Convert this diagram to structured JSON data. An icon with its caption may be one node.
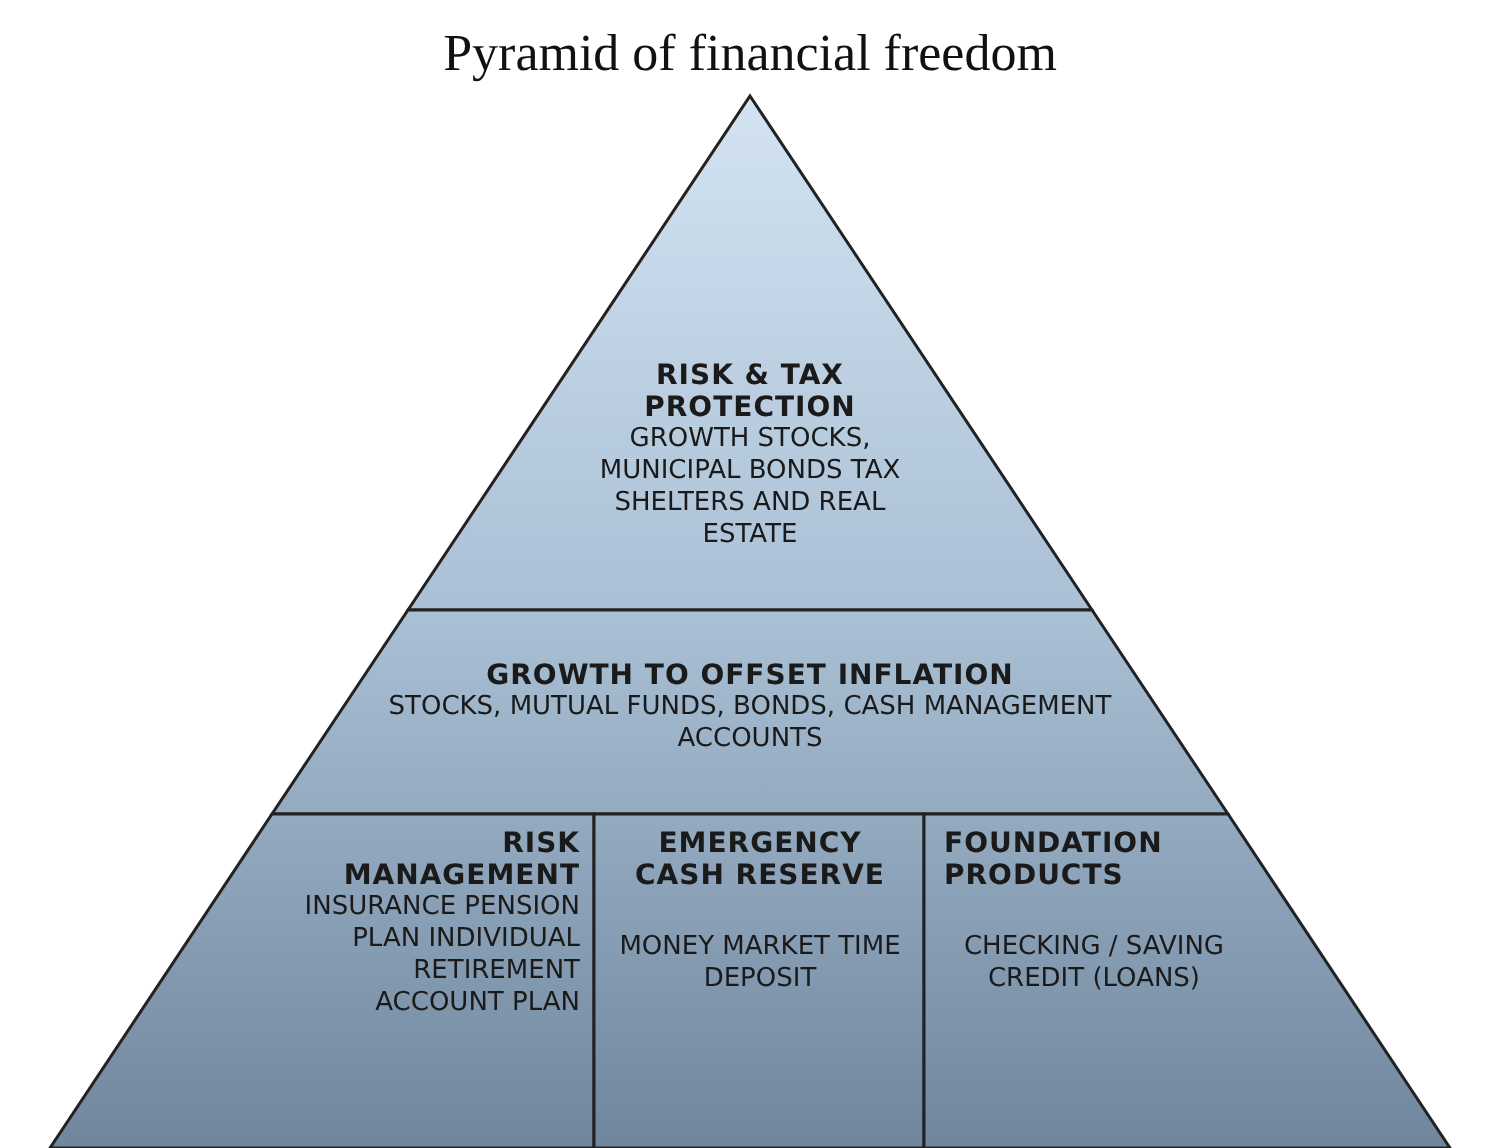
{
  "diagram": {
    "title": "Pyramid of financial freedom",
    "nodes": [
      {
        "text": [
          "RISK & TAX PROTECTION",
          "GROWTH STOCKS, MUNICIPAL BONDS TAX SHELTERS AND REAL ESTATE"
        ]
      },
      {
        "text": [
          "GROWTH TO OFFSET INFLATION",
          "STOCKS, MUTUAL FUNDS, BONDS, CASH MANAGEMENT ACCOUNTS"
        ]
      },
      {
        "text": [
          "RISK MANAGEMENT",
          "INSURANCE PENSION PLAN INDIVIDUAL RETIREMENT ACCOUNT PLAN"
        ]
      },
      {
        "text": [
          "EMERGENCY CASH RESERVE",
          "MONEY MARKET TIME DEPOSIT"
        ]
      },
      {
        "text": [
          "FOUNDATION PRODUCTS",
          "CHECKING / SAVING CREDIT (LOANS)"
        ]
      }
    ],
    "edges": []
  }
}
